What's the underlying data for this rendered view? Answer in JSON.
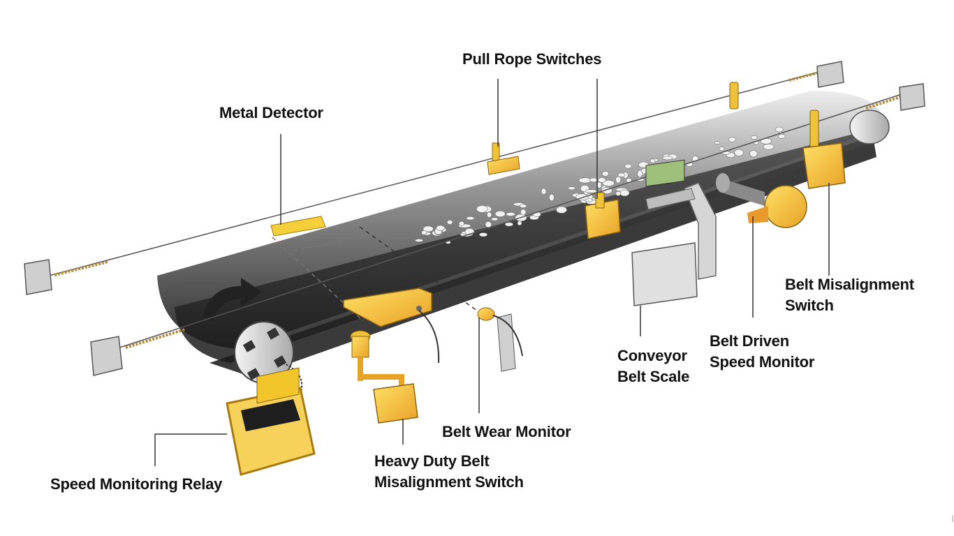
{
  "labels": {
    "pull_rope_switches": "Pull Rope Switches",
    "metal_detector": "Metal Detector",
    "belt_misalignment_switch": [
      "Belt Misalignment",
      "Switch"
    ],
    "belt_driven_speed_monitor": [
      "Belt Driven",
      "Speed Monitor"
    ],
    "conveyor_belt_scale": [
      "Conveyor",
      "Belt Scale"
    ],
    "belt_wear_monitor": "Belt Wear Monitor",
    "heavy_duty_belt_misalignment_switch": [
      "Heavy Duty Belt",
      "Misalignment Switch"
    ],
    "speed_monitoring_relay": "Speed Monitoring Relay"
  },
  "colors": {
    "belt_dark": "#2b2b2b",
    "belt_light": "#e6e6e6",
    "device_yellow": "#f2c62b",
    "device_orange": "#e89a2a",
    "rope": "#555555",
    "leader": "#333333",
    "rock": "#f2f2f2"
  }
}
